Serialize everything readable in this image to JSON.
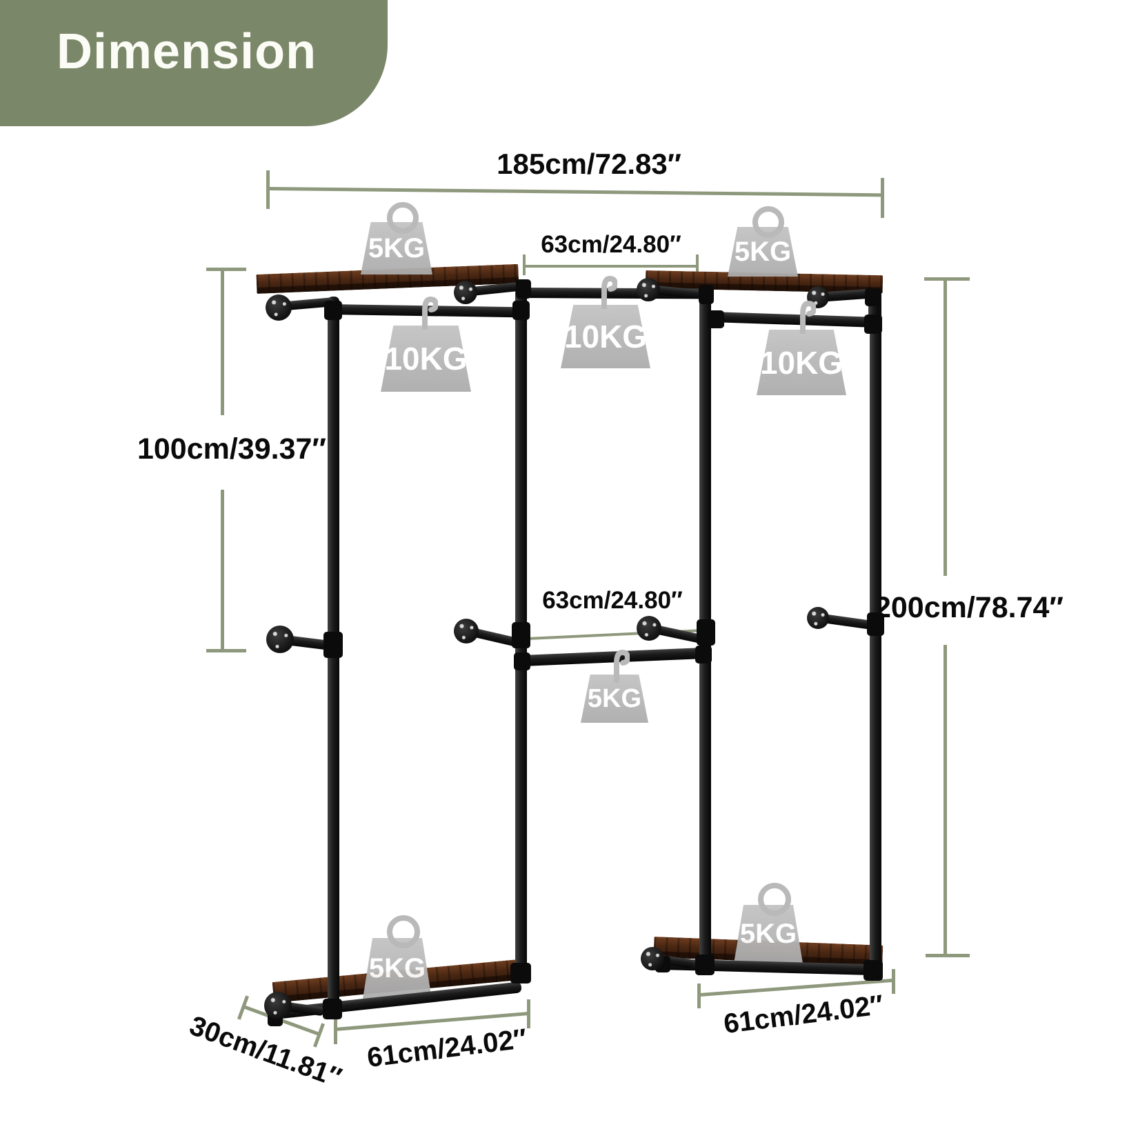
{
  "badge": {
    "title": "Dimension"
  },
  "dims": {
    "total_width": "185cm/72.83″",
    "top_rod": "63cm/24.80″",
    "left_height": "100cm/39.37″",
    "right_height": "200cm/78.74″",
    "mid_rod": "63cm/24.80″",
    "depth": "30cm/11.81″",
    "shelf_left": "61cm/24.02″",
    "shelf_right": "61cm/24.02″"
  },
  "loads": {
    "top_left_shelf": "5KG",
    "top_right_shelf": "5KG",
    "left_rod": "10KG",
    "middle_rod": "10KG",
    "right_rod": "10KG",
    "lower_middle_rod": "5KG",
    "bottom_left_shelf": "5KG",
    "bottom_right_shelf": "5KG"
  },
  "colors": {
    "badge_green": "#7a8768",
    "dimension_line": "#8e987c",
    "pipe_black": "#1c1c1c",
    "wood_brown": "#4a2713",
    "weight_gray": "#b7b7b7"
  }
}
